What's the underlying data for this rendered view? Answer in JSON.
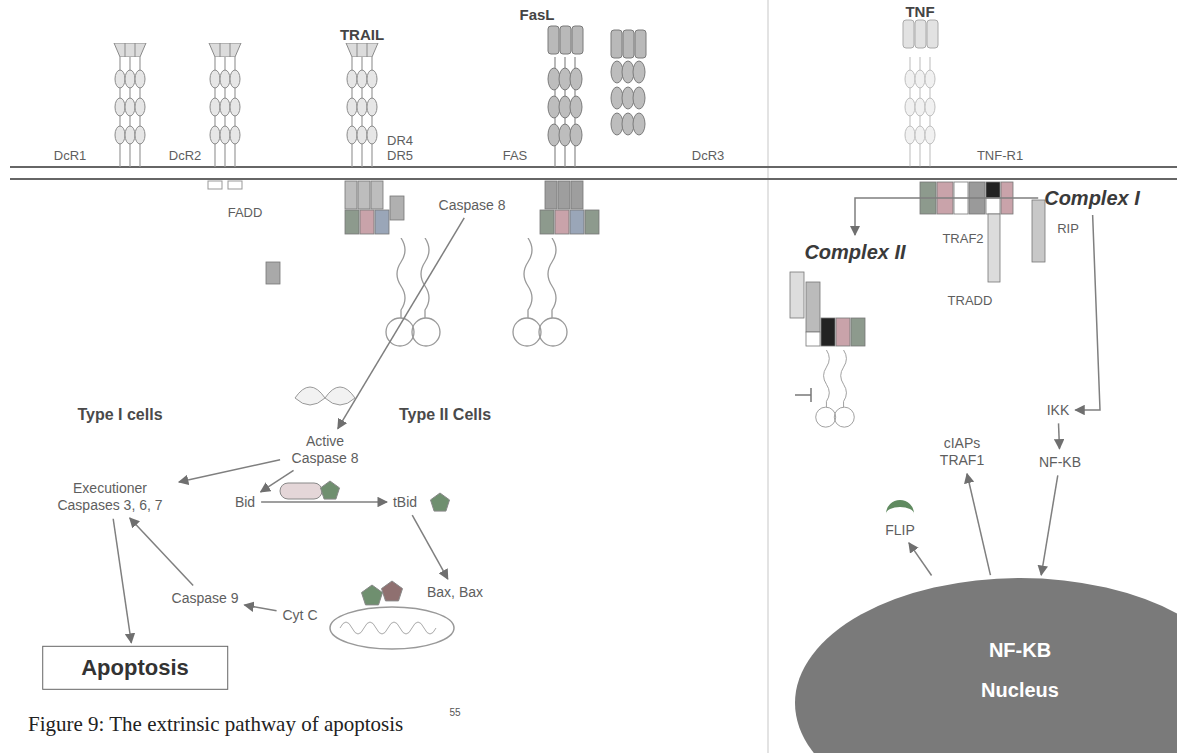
{
  "diagram": {
    "caption": "Figure 9: The extrinsic pathway of apoptosis",
    "nodes": [
      {
        "text": [
          "Caspase 8"
        ]
      },
      {
        "text": [
          "Complex I"
        ]
      },
      {
        "text": [
          "Complex II"
        ]
      },
      {
        "text": [
          "Active Caspase 8"
        ]
      },
      {
        "text": [
          "IKK"
        ]
      },
      {
        "text": [
          "Executioner Caspases 3, 6, 7"
        ]
      },
      {
        "text": [
          "Bid"
        ]
      },
      {
        "text": [
          "tBid"
        ]
      },
      {
        "text": [
          "cIAPs TRAF1"
        ]
      },
      {
        "text": [
          "NF-KB"
        ]
      },
      {
        "text": [
          "Caspase 9"
        ]
      },
      {
        "text": [
          "Cyt C"
        ]
      },
      {
        "text": [
          "Bax, Bax"
        ]
      },
      {
        "text": [
          "FLIP"
        ]
      },
      {
        "text": [
          "Apoptosis"
        ]
      },
      {
        "text": [
          "NF-KB",
          "Nucleus"
        ]
      }
    ],
    "edges": [
      {
        "from": 0,
        "to": 3,
        "arrow": "to"
      },
      {
        "from": 3,
        "to": 5,
        "arrow": "to"
      },
      {
        "from": 5,
        "to": 14,
        "arrow": "to"
      },
      {
        "from": 3,
        "to": 6,
        "arrow": "to"
      },
      {
        "from": 6,
        "to": 7,
        "arrow": "to"
      },
      {
        "from": 7,
        "to": 12,
        "arrow": "to"
      },
      {
        "from": 11,
        "to": 10,
        "arrow": "to"
      },
      {
        "from": 10,
        "to": 5,
        "arrow": "to"
      },
      {
        "from": 1,
        "to": 2,
        "arrow": "to"
      },
      {
        "from": 1,
        "to": 4,
        "arrow": "to"
      },
      {
        "from": 4,
        "to": 9,
        "arrow": "to"
      },
      {
        "from": 9,
        "to": 15,
        "arrow": "to"
      },
      {
        "from": 15,
        "to": 8,
        "arrow": "to"
      },
      {
        "from": 15,
        "to": 13,
        "arrow": "to"
      }
    ],
    "labels": [
      "TRAIL",
      "FasL",
      "TNF",
      "DcR1",
      "DcR2",
      "DR4",
      "DR5",
      "FAS",
      "DcR3",
      "TNF-R1",
      "FADD",
      "TRAF2",
      "RIP",
      "TRADD",
      "Type I cells",
      "Type II Cells",
      "55"
    ]
  }
}
